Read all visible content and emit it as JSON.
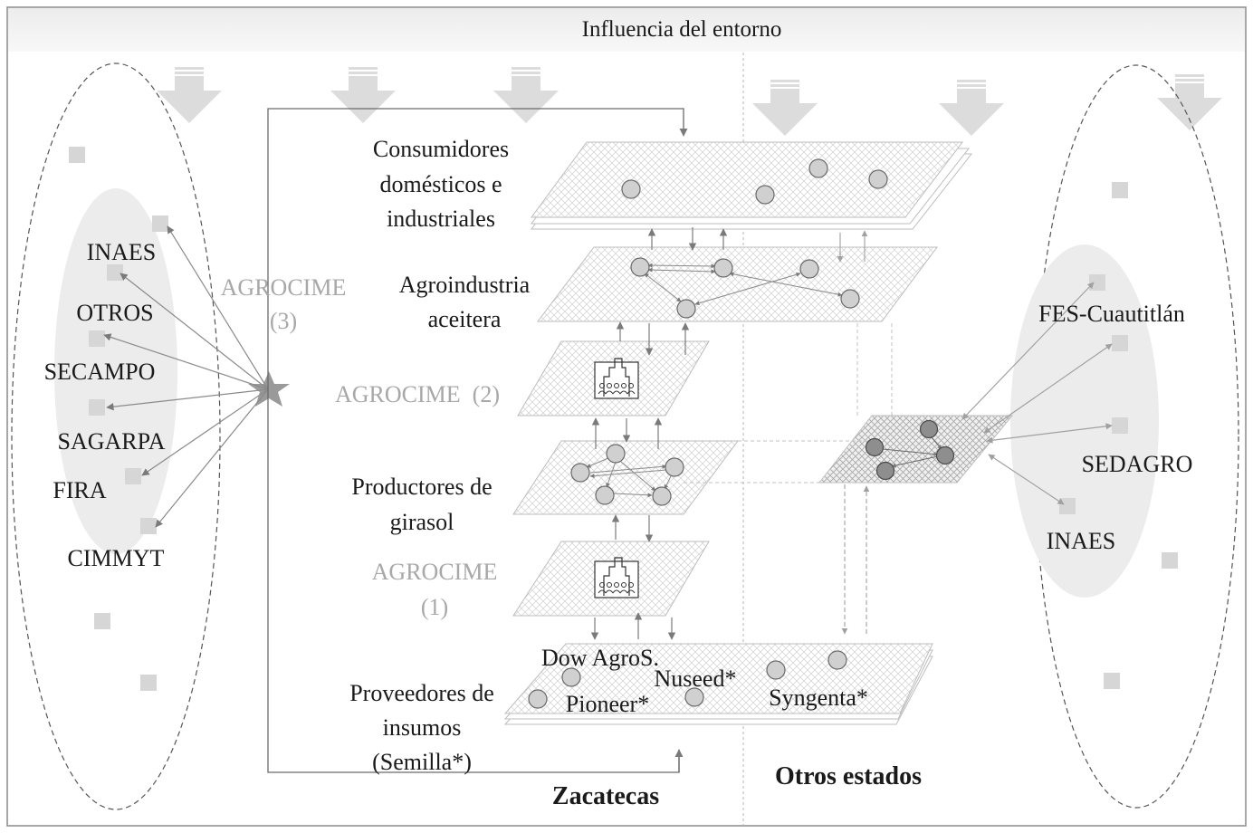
{
  "header": {
    "title": "Influencia del entorno"
  },
  "levels": {
    "consumidores": [
      "Consumidores",
      "domésticos e",
      "industriales"
    ],
    "agroindustria": [
      "Agroindustria",
      "aceitera"
    ],
    "productores": [
      "Productores de",
      "girasol"
    ],
    "proveedores": [
      "Proveedores de",
      "insumos",
      "(Semilla*)"
    ]
  },
  "agrocime": {
    "a3": [
      "AGROCIME",
      "(3)"
    ],
    "a2": "AGROCIME  (2)",
    "a1": [
      "AGROCIME",
      "(1)"
    ]
  },
  "left_institutions": [
    "INAES",
    "OTROS",
    "SECAMPO",
    "SAGARPA",
    "FIRA",
    "CIMMYT"
  ],
  "right_institutions": [
    "FES-Cuautitlán",
    "SEDAGRO",
    "INAES"
  ],
  "suppliers": {
    "dow": "Dow AgroS.",
    "pioneer": "Pioneer*",
    "nuseed": "Nuseed*",
    "syngenta": "Syngenta*"
  },
  "regions": {
    "left": "Zacatecas",
    "right": "Otros estados"
  },
  "colors": {
    "node": "#d0d0d0",
    "node_dark": "#8e8e8e",
    "arrow": "#8a8a8a",
    "env_arrow": "#dcdcdc",
    "agro_text": "#a8a8a8"
  }
}
